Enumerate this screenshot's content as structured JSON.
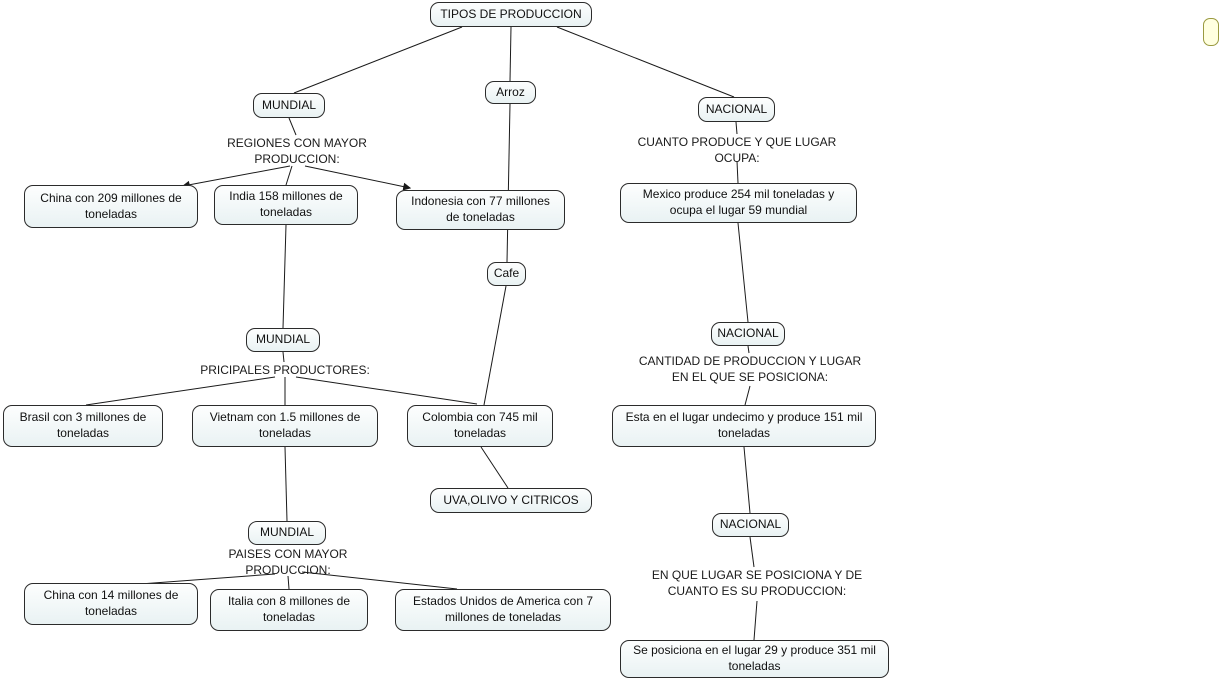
{
  "nodes": {
    "tipos": "TIPOS DE PRODUCCION",
    "mundial1": "MUNDIAL",
    "arroz": "Arroz",
    "nacional1": "NACIONAL",
    "china209": "China con 209 millones de toneladas",
    "india158": "India 158 millones de toneladas",
    "indonesia77": "Indonesia con 77 millones de toneladas",
    "mexico": "Mexico produce 254 mil toneladas y ocupa el lugar 59 mundial",
    "cafe": "Cafe",
    "mundial2": "MUNDIAL",
    "nacional2": "NACIONAL",
    "brasil": "Brasil con 3 millones de toneladas",
    "vietnam": "Vietnam con 1.5 millones de toneladas",
    "colombia": "Colombia con 745 mil toneladas",
    "esta": "Esta en el lugar undecimo y produce 151 mil toneladas",
    "uva": "UVA,OLIVO Y CITRICOS",
    "nacional3": "NACIONAL",
    "mundial3": "MUNDIAL",
    "china14": "China con 14 millones de toneladas",
    "italia": "Italia con 8 millones de toneladas",
    "eeuu": "Estados Unidos de America con 7 millones de toneladas",
    "seposiciona": "Se posiciona en el lugar 29 y produce 351 mil toneladas"
  },
  "link_labels": {
    "regiones": "REGIONES CON MAYOR PRODUCCION:",
    "cuanto_produce": "CUANTO PRODUCE Y QUE LUGAR OCUPA:",
    "principales": "PRICIPALES PRODUCTORES:",
    "cantidad": "CANTIDAD DE PRODUCCION Y LUGAR EN EL QUE SE POSICIONA:",
    "paises": "PAISES CON MAYOR PRODUCCION:",
    "en_que_lugar": "EN QUE LUGAR SE POSICIONA Y DE CUANTO ES SU PRODUCCION:"
  },
  "connections": [
    {
      "from": "tipos",
      "to": "mundial1"
    },
    {
      "from": "tipos",
      "to": "arroz"
    },
    {
      "from": "tipos",
      "to": "nacional1"
    },
    {
      "from": "mundial1",
      "via": "regiones",
      "to": "china209",
      "arrow": true
    },
    {
      "from": "mundial1",
      "via": "regiones",
      "to": "india158"
    },
    {
      "from": "mundial1",
      "via": "regiones",
      "to": "indonesia77",
      "arrow": true
    },
    {
      "from": "india158",
      "to": "mundial2"
    },
    {
      "from": "mundial2",
      "via": "principales",
      "to": "brasil"
    },
    {
      "from": "mundial2",
      "via": "principales",
      "to": "vietnam"
    },
    {
      "from": "mundial2",
      "via": "principales",
      "to": "colombia"
    },
    {
      "from": "vietnam",
      "to": "mundial3"
    },
    {
      "from": "mundial3",
      "via": "paises",
      "to": "china14"
    },
    {
      "from": "mundial3",
      "via": "paises",
      "to": "italia"
    },
    {
      "from": "mundial3",
      "via": "paises",
      "to": "eeuu"
    },
    {
      "from": "arroz",
      "to": "cafe"
    },
    {
      "from": "cafe",
      "to": "colombia"
    },
    {
      "from": "colombia",
      "to": "uva"
    },
    {
      "from": "nacional1",
      "via": "cuanto_produce",
      "to": "mexico"
    },
    {
      "from": "mexico",
      "to": "nacional2"
    },
    {
      "from": "nacional2",
      "via": "cantidad",
      "to": "esta"
    },
    {
      "from": "esta",
      "to": "nacional3"
    },
    {
      "from": "nacional3",
      "via": "en_que_lugar",
      "to": "seposiciona"
    }
  ],
  "colors": {
    "node_fill": "#eef5f6",
    "node_border": "#2b2b2b",
    "line": "#1a1a1a",
    "background": "#ffffff"
  }
}
